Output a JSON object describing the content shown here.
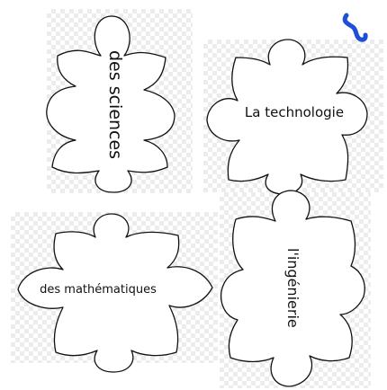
{
  "pieces": [
    {
      "id": "sciences",
      "label": "des sciences",
      "orientation": "vertical"
    },
    {
      "id": "technologie",
      "label": "La technologie",
      "orientation": "horizontal"
    },
    {
      "id": "mathematiques",
      "label": "des mathématiques",
      "orientation": "horizontal"
    },
    {
      "id": "ingenierie",
      "label": "l'ingénierie",
      "orientation": "vertical"
    }
  ],
  "colors": {
    "outline": "#111111",
    "piece_fill": "#ffffff",
    "checker_light": "#ffffff",
    "checker_dark": "#ececec",
    "corner_mark": "#1f4fd6"
  },
  "icons": {
    "corner_mark": "blue-brush-stroke-icon"
  }
}
